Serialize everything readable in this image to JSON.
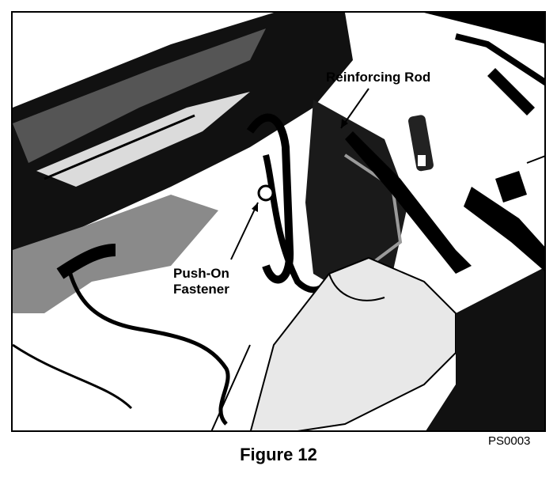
{
  "figure": {
    "labels": {
      "reinforcing_rod": "Reinforcing Rod",
      "push_on_line1": "Push-On",
      "push_on_line2": "Fastener"
    },
    "code": "PS0003",
    "caption": "Figure 12"
  },
  "colors": {
    "ink": "#000000",
    "paper": "#ffffff",
    "mid": "#7a7a7a"
  }
}
